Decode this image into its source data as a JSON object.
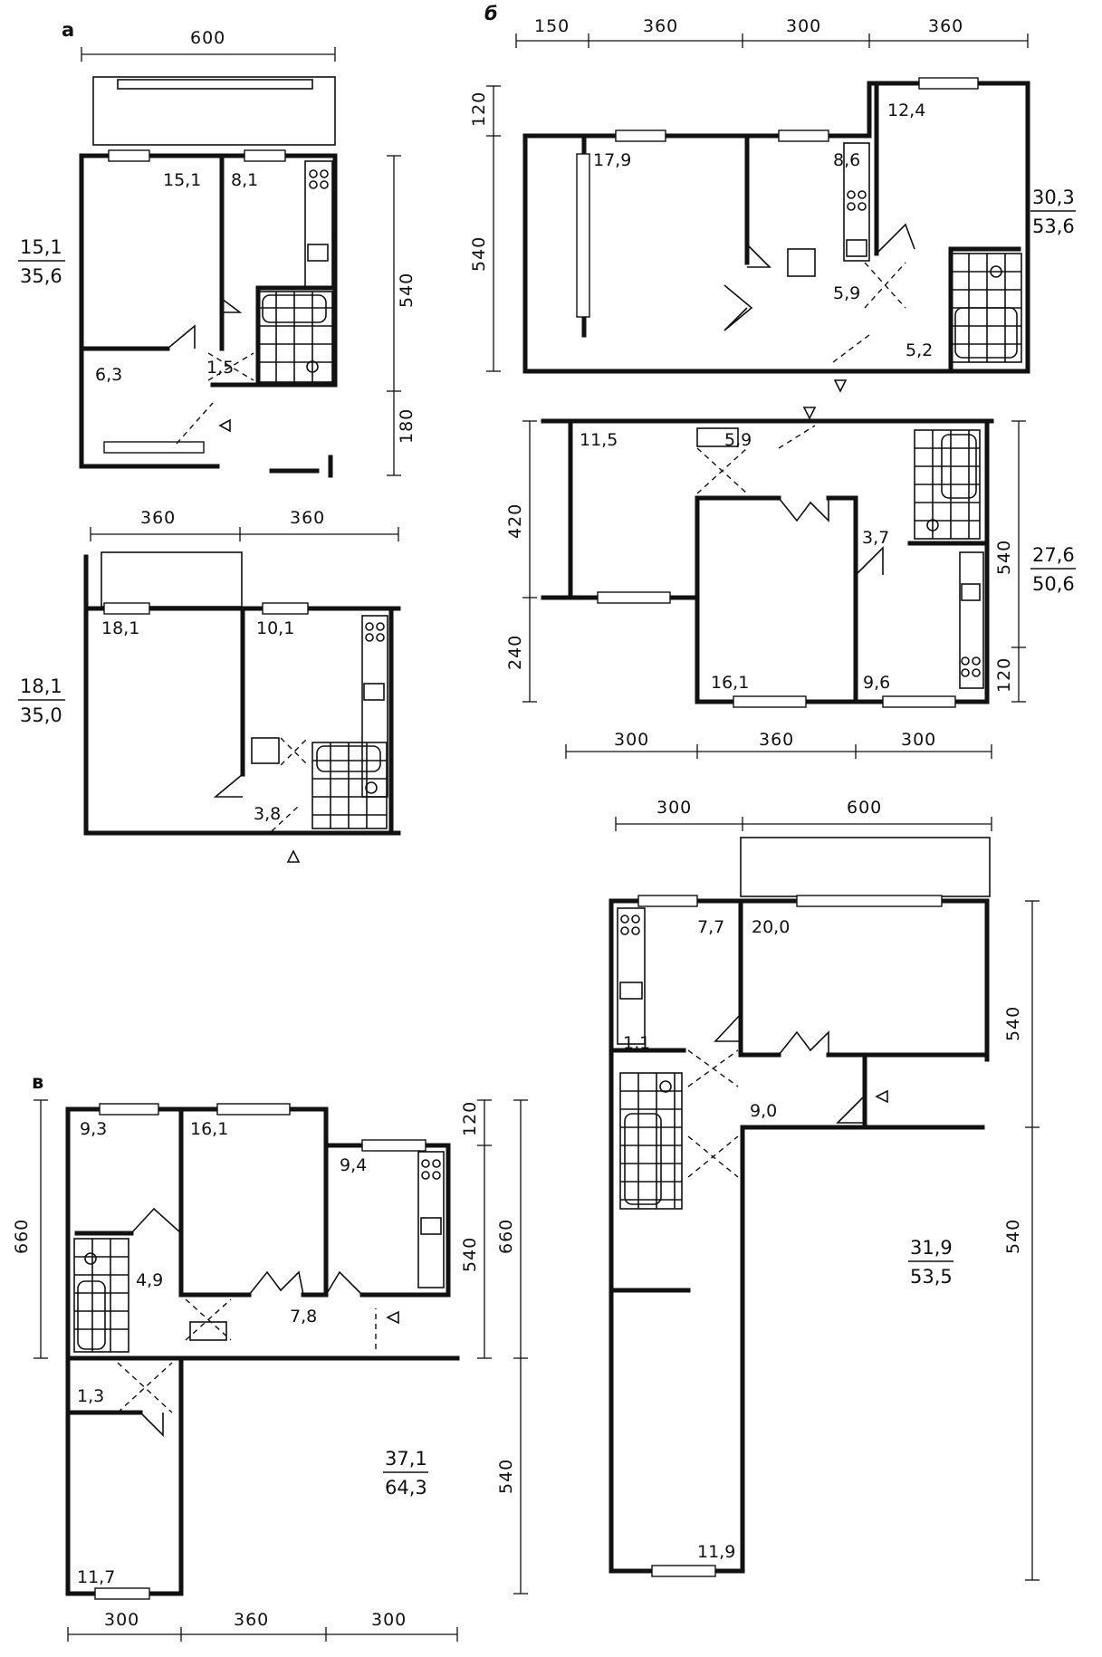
{
  "sections": {
    "a": "а",
    "b": "б",
    "v": "в"
  },
  "plan_a1": {
    "dims": {
      "top": "600",
      "right_main": "540",
      "right_lower": "180"
    },
    "rooms": {
      "living": "15,1",
      "kitchen": "8,1",
      "hall": "6,3",
      "bath": "1,5"
    },
    "ratio": {
      "num": "15,1",
      "den": "35,6"
    }
  },
  "plan_a2": {
    "dims": {
      "top1": "360",
      "top2": "360"
    },
    "rooms": {
      "living": "18,1",
      "kitchen": "10,1",
      "hall": "3,8"
    },
    "ratio": {
      "num": "18,1",
      "den": "35,0"
    }
  },
  "plan_b1": {
    "dims": {
      "top1": "150",
      "top2": "360",
      "top3": "300",
      "top4": "360",
      "left1": "120",
      "left2": "540"
    },
    "rooms": {
      "big": "17,9",
      "kitchen": "8,6",
      "bedroom": "12,4",
      "hall": "5,9",
      "corridor": "5,2"
    },
    "ratio": {
      "num": "30,3",
      "den": "53,6"
    }
  },
  "plan_b2": {
    "dims": {
      "left1": "420",
      "left2": "240",
      "right1": "540",
      "right2": "120",
      "bot1": "300",
      "bot2": "360",
      "bot3": "300"
    },
    "rooms": {
      "room1": "11,5",
      "hall": "5,9",
      "room2": "16,1",
      "corridor": "3,7",
      "kitchen": "9,6"
    },
    "ratio": {
      "num": "27,6",
      "den": "50,6"
    }
  },
  "plan_b3": {
    "dims": {
      "top1": "300",
      "top2": "600",
      "right1": "540",
      "right2": "540"
    },
    "rooms": {
      "kitchen": "7,7",
      "living": "20,0",
      "wc": "1,1",
      "hall": "9,0",
      "bedroom": "11,9"
    },
    "ratio": {
      "num": "31,9",
      "den": "53,5"
    }
  },
  "plan_v": {
    "dims": {
      "left": "660",
      "right1": "120",
      "right2": "540",
      "right_mid": "660",
      "right_low": "540",
      "bot1": "300",
      "bot2": "360",
      "bot3": "300"
    },
    "rooms": {
      "room1": "9,3",
      "living": "16,1",
      "kitchen": "9,4",
      "bath": "4,9",
      "hall": "7,8",
      "wc": "1,3",
      "bedroom": "11,7"
    },
    "ratio": {
      "num": "37,1",
      "den": "64,3"
    }
  }
}
